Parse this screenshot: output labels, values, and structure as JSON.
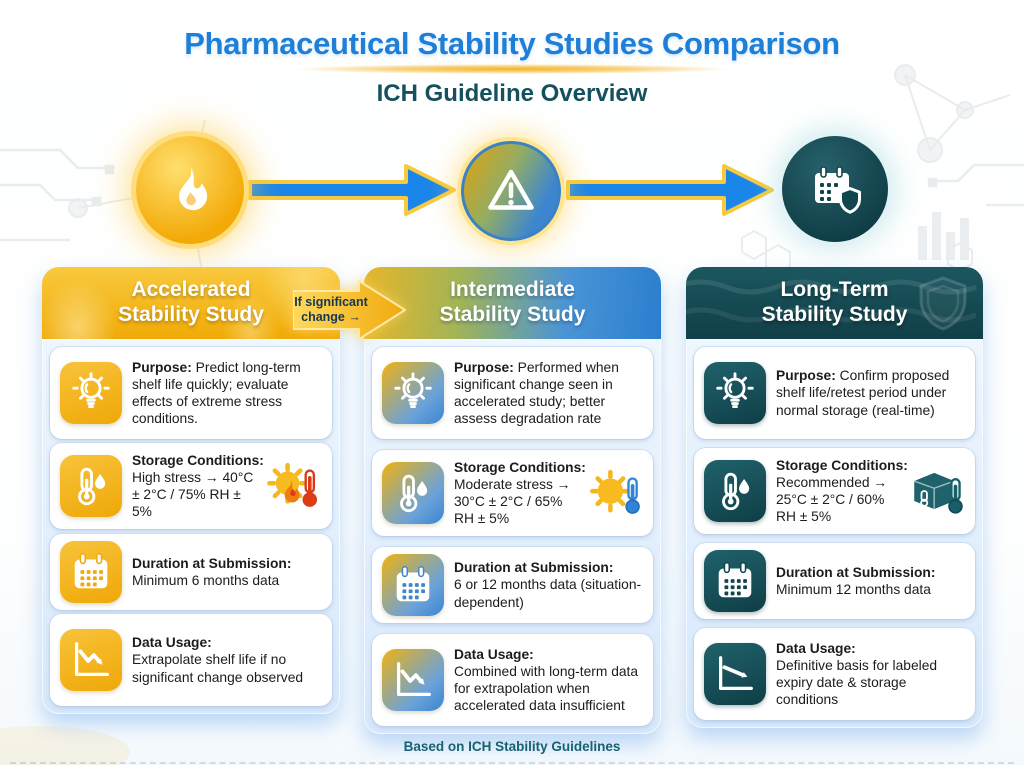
{
  "header": {
    "title": "Pharmaceutical Stability Studies Comparison",
    "subtitle": "ICH Guideline Overview"
  },
  "flow": {
    "steps": [
      {
        "icon": "flame-icon"
      },
      {
        "icon": "warning-triangle-icon"
      },
      {
        "icon": "calendar-shield-icon"
      }
    ],
    "badge": {
      "line1": "If significant",
      "line2": "change →"
    }
  },
  "columns": [
    {
      "id": "accelerated",
      "title_line1": "Accelerated",
      "title_line2": "Stability Study",
      "accent_color": "#f2ae08",
      "cards": [
        {
          "icon": "lightbulb-icon",
          "label": "Purpose:",
          "text": "Predict long-term shelf life quickly; evaluate effects of extreme stress conditions."
        },
        {
          "icon": "thermometer-droplet-icon",
          "label": "Storage Conditions:",
          "text": "High stress → 40°C ± 2°C / 75% RH ± 5%",
          "illustration": "sun-flame-thermometer-illustration"
        },
        {
          "icon": "calendar-icon",
          "label": "Duration at Submission:",
          "text": "Minimum 6 months data"
        },
        {
          "icon": "declining-chart-icon",
          "label": "Data Usage:",
          "text": "Extrapolate shelf life if no significant change observed"
        }
      ]
    },
    {
      "id": "intermediate",
      "title_line1": "Intermediate",
      "title_line2": "Stability Study",
      "accent_color": "#2b7ecf",
      "cards": [
        {
          "icon": "lightbulb-icon",
          "label": "Purpose:",
          "text": "Performed when significant change seen in accelerated study; better assess degradation rate"
        },
        {
          "icon": "thermometer-droplet-icon",
          "label": "Storage Conditions:",
          "text": "Moderate stress → 30°C ± 2°C / 65% RH ± 5%",
          "illustration": "sun-thermometer-illustration"
        },
        {
          "icon": "calendar-icon",
          "label": "Duration at Submission:",
          "text": "6 or 12 months data (situation-dependent)"
        },
        {
          "icon": "declining-chart-icon",
          "label": "Data Usage:",
          "text": "Combined with long-term data for extrapolation when accelerated data insufficient"
        }
      ]
    },
    {
      "id": "long-term",
      "title_line1": "Long-Term",
      "title_line2": "Stability Study",
      "accent_color": "#12454e",
      "header_icon": "shield-icon",
      "cards": [
        {
          "icon": "lightbulb-icon",
          "label": "Purpose:",
          "text": "Confirm proposed shelf life/retest period under normal storage (real-time)"
        },
        {
          "icon": "thermometer-droplet-icon",
          "label": "Storage Conditions:",
          "text": "Recommended → 25°C ± 2°C / 60% RH ± 5%",
          "illustration": "storage-chamber-illustration"
        },
        {
          "icon": "calendar-icon",
          "label": "Duration at Submission:",
          "text": "Minimum 12 months data"
        },
        {
          "icon": "trend-arrow-chart-icon",
          "label": "Data Usage:",
          "text": "Definitive basis for labeled expiry date & storage conditions"
        }
      ]
    }
  ],
  "footer": {
    "note": "Based on ICH Stability Guidelines"
  },
  "colors": {
    "title_blue": "#1e7fd8",
    "subtitle_teal": "#14505d",
    "gold": "#f2ae08",
    "arrow_blue": "#1a86ea",
    "teal_dark": "#113f48"
  }
}
